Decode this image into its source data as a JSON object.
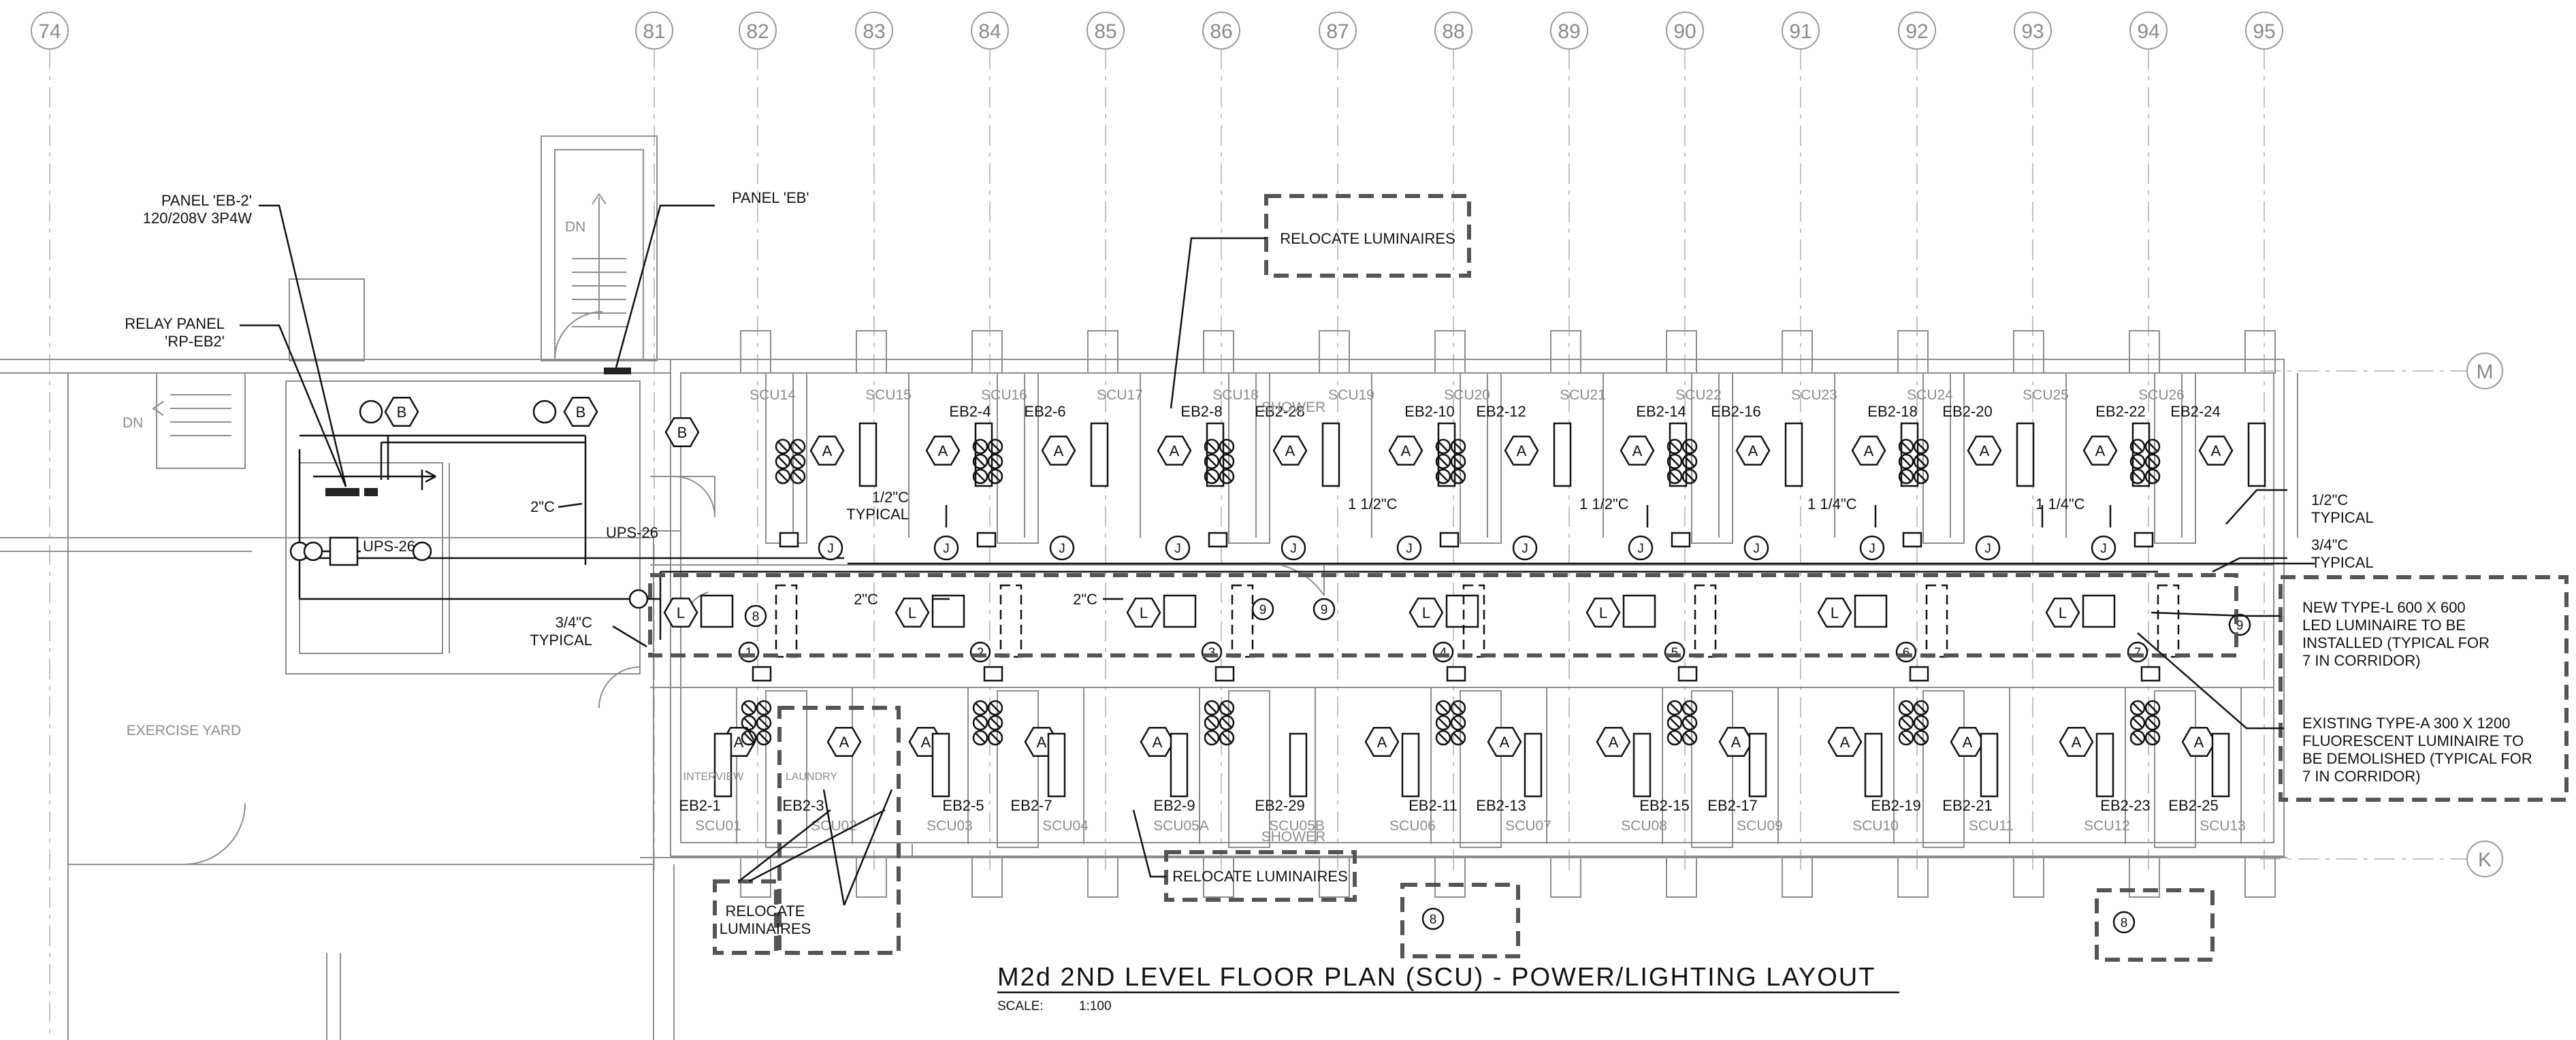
{
  "grid": {
    "columns": [
      "74",
      "81",
      "82",
      "83",
      "84",
      "85",
      "86",
      "87",
      "88",
      "89",
      "90",
      "91",
      "92",
      "93",
      "94",
      "95"
    ],
    "rows": [
      "M",
      "K"
    ]
  },
  "panels": {
    "eb2_title": "PANEL 'EB-2'",
    "eb2_rating": "120/208V 3P4W",
    "relay_title": "RELAY PANEL",
    "relay_name": "'RP-EB2'",
    "eb": "PANEL 'EB'",
    "ups_right": "UPS-26",
    "ups_left": "UPS-26"
  },
  "stairs": {
    "dn_upper": "DN",
    "dn_left": "DN"
  },
  "rooms_upper": [
    "SCU14",
    "SCU15",
    "SCU16",
    "SCU17",
    "SCU18",
    "SCU19",
    "SCU20",
    "SCU21",
    "SCU22",
    "SCU23",
    "SCU24",
    "SCU25",
    "SCU26"
  ],
  "shower_upper": "SHOWER",
  "rooms_lower": [
    "SCU01",
    "SCU02",
    "SCU03",
    "SCU04",
    "SCU05A",
    "SCU05B",
    "SCU06",
    "SCU07",
    "SCU08",
    "SCU09",
    "SCU10",
    "SCU11",
    "SCU12",
    "SCU13"
  ],
  "shower_lower": "SHOWER",
  "interview": "INTERVIEW",
  "laundry": "LAUNDRY",
  "exercise_yard": "EXERCISE YARD",
  "circuits_upper": [
    "EB2-4",
    "EB2-6",
    "EB2-8",
    "EB2-28",
    "EB2-10",
    "EB2-12",
    "EB2-14",
    "EB2-16",
    "EB2-18",
    "EB2-20",
    "EB2-22",
    "EB2-24"
  ],
  "circuits_lower": [
    "EB2-1",
    "EB2-3",
    "EB2-5",
    "EB2-7",
    "EB2-9",
    "EB2-29",
    "EB2-11",
    "EB2-13",
    "EB2-15",
    "EB2-17",
    "EB2-19",
    "EB2-21",
    "EB2-23",
    "EB2-25"
  ],
  "conduits": {
    "half_typ_a": "1/2\"C",
    "typical_a": "TYPICAL",
    "one_half_a": "1 1/2\"C",
    "one_half_b": "1 1/2\"C",
    "one_quarter_a": "1 1/4\"C",
    "one_quarter_b": "1 1/4\"C",
    "half_typ_b": "1/2\"C",
    "typical_b": "TYPICAL",
    "three_q_right": "3/4\"C",
    "typical_c": "TYPICAL",
    "two_a": "2\"C",
    "two_b": "2\"C",
    "two_c": "2\"C",
    "three_q_left": "3/4\"C",
    "typical_d": "TYPICAL"
  },
  "symbols": {
    "A": "A",
    "B": "B",
    "L": "L",
    "J": "J",
    "n8": "8",
    "n9": "9"
  },
  "corridor_circuits": [
    "1",
    "2",
    "3",
    "4",
    "5",
    "6",
    "7"
  ],
  "notes": {
    "relocate_1": "RELOCATE LUMINAIRES",
    "relocate_2": "RELOCATE LUMINAIRES",
    "relocate_3_l1": "RELOCATE",
    "relocate_3_l2": "LUMINAIRES",
    "new_l1": "NEW TYPE-L 600 X 600",
    "new_l2": "LED LUMINAIRE TO BE",
    "new_l3": "INSTALLED (TYPICAL FOR",
    "new_l4": "7 IN CORRIDOR)",
    "exist_l1": "EXISTING TYPE-A 300 X 1200",
    "exist_l2": "FLUORESCENT LUMINAIRE TO",
    "exist_l3": "BE DEMOLISHED (TYPICAL FOR",
    "exist_l4": "7 IN CORRIDOR)"
  },
  "title": {
    "main": "M2d 2ND LEVEL FLOOR PLAN (SCU) - POWER/LIGHTING LAYOUT",
    "scale_label": "SCALE:",
    "scale_value": "1:100"
  }
}
